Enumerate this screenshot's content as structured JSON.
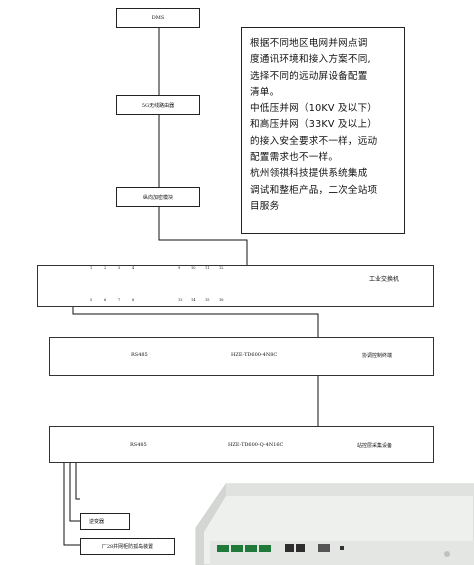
{
  "top_chain": {
    "dms": "DMS",
    "router_5g": "5G无线路由器",
    "encrypt_module": "纵向加密模块"
  },
  "note": {
    "lines": [
      "根据不同地区电网并网点调",
      "度通讯环境和接入方案不同,",
      "选择不同的远动屏设备配置",
      "清单。",
      "中低压并网（10KV 及以下）",
      "和高压并网（33KV 及以上）",
      "的接入安全要求不一样，远动",
      "配置需求也不一样。",
      "杭州领祺科技提供系统集成",
      "调试和整柜产品，二次全站项",
      "目服务"
    ]
  },
  "switch": {
    "label": "工业交换机",
    "top_port_numbers": [
      "1",
      "2",
      "3",
      "4",
      "9",
      "10",
      "11",
      "12"
    ],
    "bottom_port_numbers": [
      "5",
      "6",
      "7",
      "8",
      "13",
      "14",
      "15",
      "16"
    ]
  },
  "coordinator": {
    "rs485": "RS485",
    "model": "HZE-TD600-4N8C",
    "label": "协调控制终端"
  },
  "collector": {
    "rs485": "RS485",
    "model": "HZE-TD600-Q-4N16C",
    "label": "站控层采集设备"
  },
  "devices": {
    "inverter": "逆变器",
    "island_protection": "厂28并网柜防孤岛装置"
  },
  "colors": {
    "line": "#111111",
    "device_body": "#e8ebe9",
    "terminal_green": "#1f7a3a"
  }
}
